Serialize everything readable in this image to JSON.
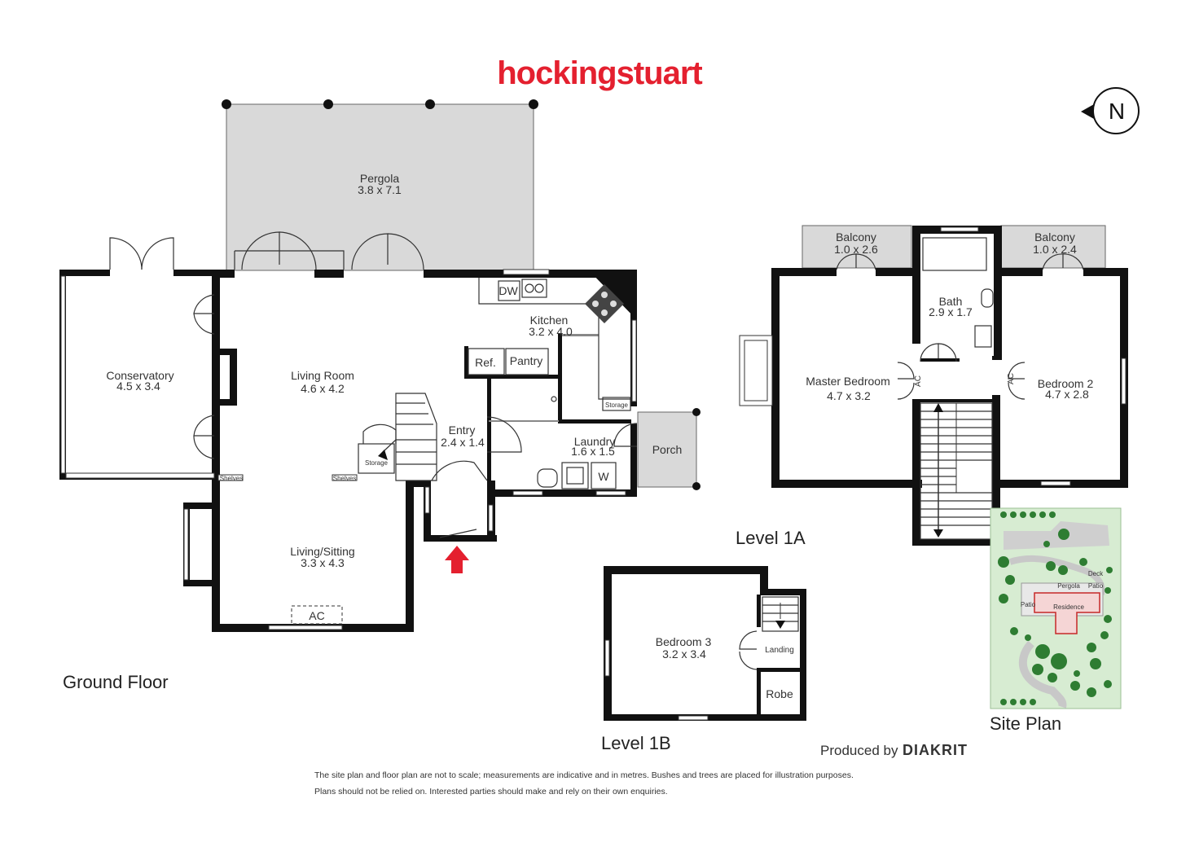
{
  "brand": "hockingstuart",
  "compass": {
    "label": "N"
  },
  "levels": {
    "ground": "Ground Floor",
    "level1a": "Level 1A",
    "level1b": "Level 1B",
    "site": "Site Plan"
  },
  "rooms": {
    "pergola": {
      "name": "Pergola",
      "dims": "3.8 x 7.1"
    },
    "conservatory": {
      "name": "Conservatory",
      "dims": "4.5 x 3.4"
    },
    "living_room": {
      "name": "Living Room",
      "dims": "4.6 x 4.2"
    },
    "kitchen": {
      "name": "Kitchen",
      "dims": "3.2 x 4.0"
    },
    "entry": {
      "name": "Entry",
      "dims": "2.4 x 1.4"
    },
    "laundry": {
      "name": "Laundry",
      "dims": "1.6 x 1.5"
    },
    "porch": {
      "name": "Porch"
    },
    "living_sitting": {
      "name": "Living/Sitting",
      "dims": "3.3 x 4.3"
    },
    "balcony1": {
      "name": "Balcony",
      "dims": "1.0 x 2.6"
    },
    "balcony2": {
      "name": "Balcony",
      "dims": "1.0 x 2.4"
    },
    "bath": {
      "name": "Bath",
      "dims": "2.9 x 1.7"
    },
    "master": {
      "name": "Master Bedroom",
      "dims": "4.7 x 3.2"
    },
    "bedroom2": {
      "name": "Bedroom 2",
      "dims": "4.7 x 2.8"
    },
    "bedroom3": {
      "name": "Bedroom 3",
      "dims": "3.2 x 3.4"
    }
  },
  "fixtures": {
    "dw": "DW",
    "ref": "Ref.",
    "pantry": "Pantry",
    "storage": "Storage",
    "shelves": "Shelves",
    "washer": "W",
    "ac": "AC",
    "landing": "Landing",
    "robe": "Robe"
  },
  "site_labels": {
    "deck": "Deck",
    "pergola": "Pergola",
    "patio": "Patio",
    "residence": "Residence"
  },
  "credit": {
    "prefix": "Produced by",
    "name": "DIAKRIT"
  },
  "disclaimer": [
    "The site plan and floor plan are not to scale; measurements are indicative and in metres. Bushes and trees are placed for illustration purposes.",
    "Plans should not be relied on. Interested parties should make and rely on their own enquiries."
  ],
  "colors": {
    "brand": "#e4202f",
    "wall": "#111111",
    "outdoor": "#d9d9d9",
    "site_green": "#2e7d32",
    "entry_arrow": "#e4202f"
  }
}
